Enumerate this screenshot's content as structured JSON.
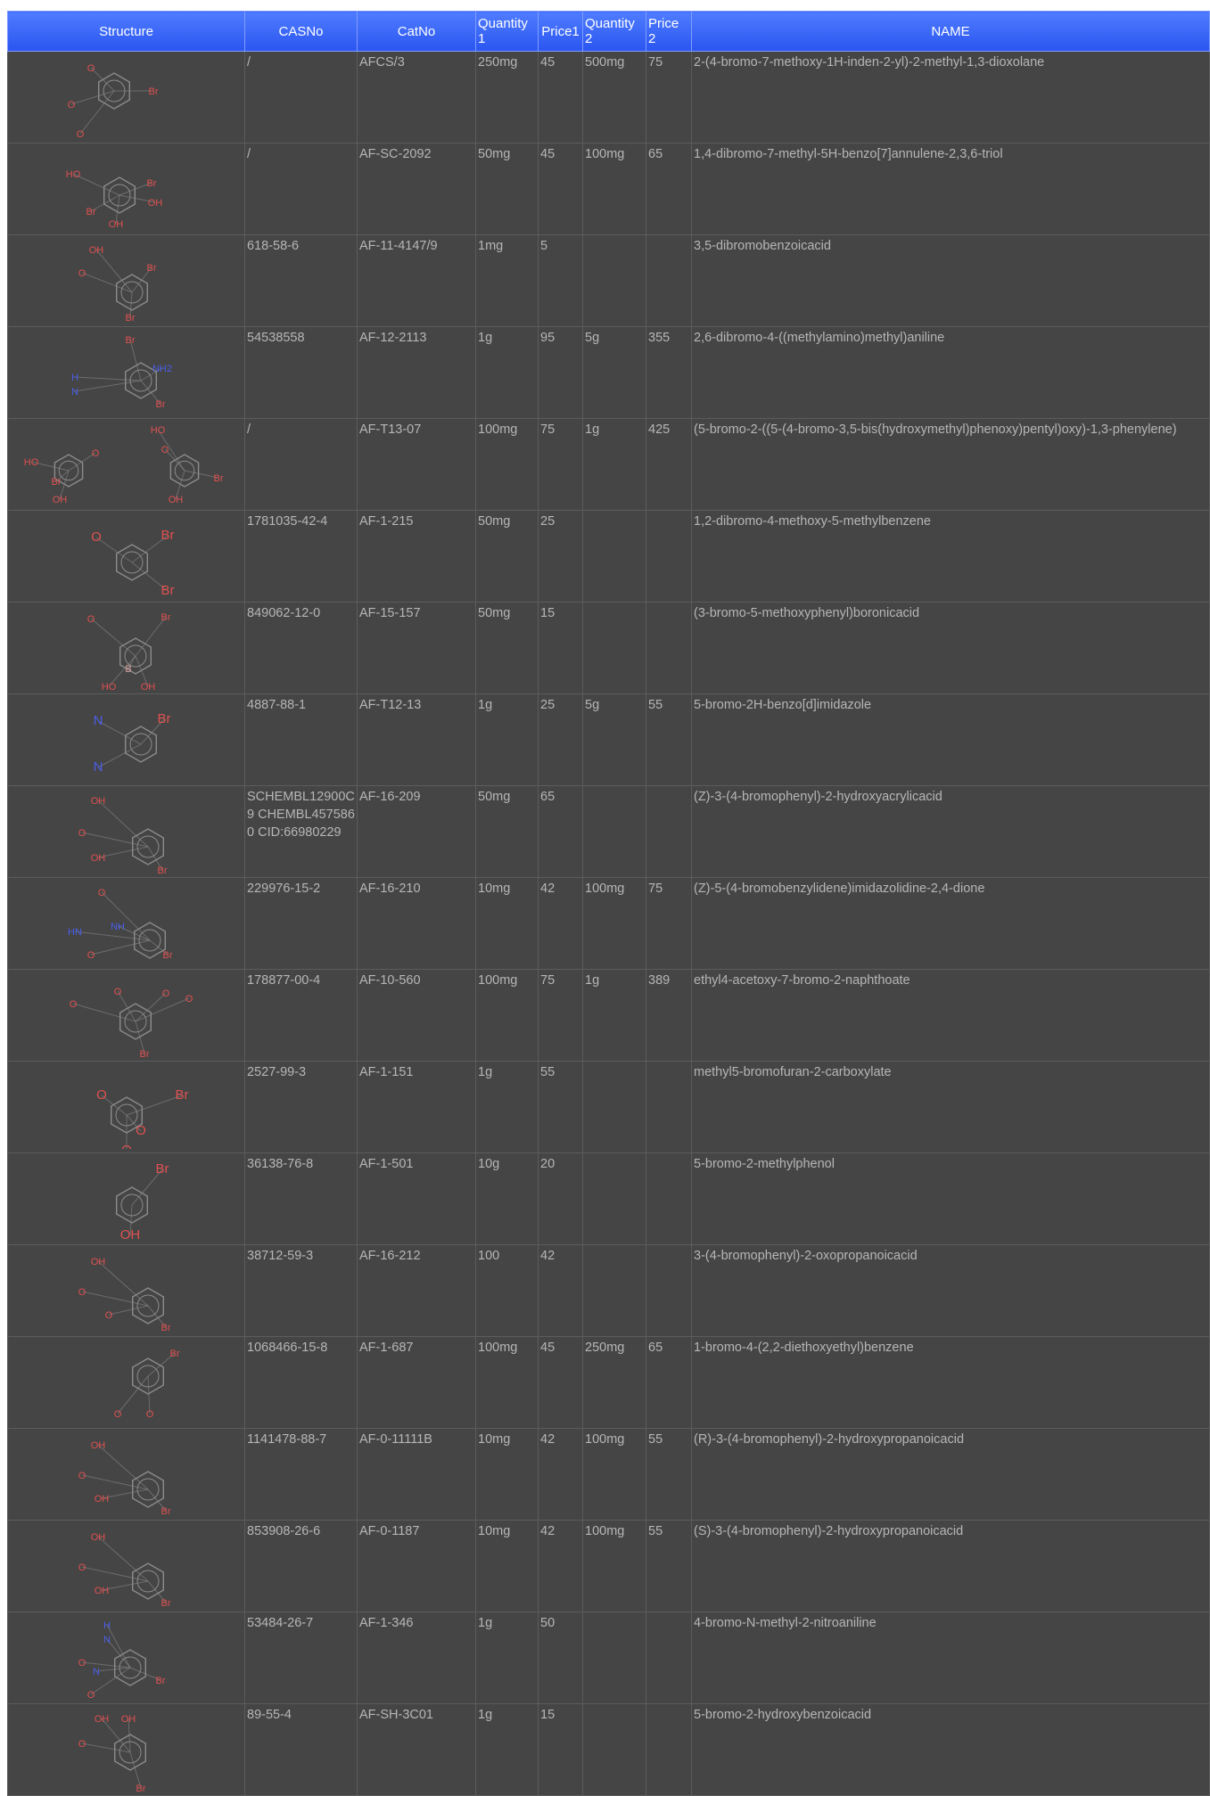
{
  "headers": [
    "Structure",
    "CASNo",
    "CatNo",
    "Quantity 1",
    "Price1",
    "Quantity 2",
    "Price 2",
    "NAME"
  ],
  "colors": {
    "header_bg": "#2a55f0",
    "row_bg": "#454545",
    "text": "#b6b6b6",
    "bond": "#8c8c8c",
    "hetero_o": "#e05050",
    "hetero_n": "#4a5ee8"
  },
  "rows": [
    {
      "labels": [
        "O",
        "O",
        "O",
        "Br"
      ],
      "cas": "/",
      "cat": "AFCS/3",
      "q1": "250mg",
      "p1": "45",
      "q2": "500mg",
      "p2": "75",
      "name": "2-(4-bromo-7-methoxy-1H-inden-2-yl)-2-methyl-1,3-dioxolane"
    },
    {
      "labels": [
        "HO",
        "Br",
        "Br",
        "OH",
        "OH"
      ],
      "cas": "/",
      "cat": "AF-SC-2092",
      "q1": "50mg",
      "p1": "45",
      "q2": "100mg",
      "p2": "65",
      "name": "1,4-dibromo-7-methyl-5H-benzo[7]annulene-2,3,6-triol"
    },
    {
      "labels": [
        "OH",
        "O",
        "Br",
        "Br"
      ],
      "cas": "618-58-6",
      "cat": "AF-11-4147/9",
      "q1": "1mg",
      "p1": "5",
      "q2": "",
      "p2": "",
      "name": "3,5-dibromobenzoicacid"
    },
    {
      "labels": [
        "Br",
        "NH2",
        "H",
        "N",
        "Br"
      ],
      "cas": "54538558",
      "cat": "AF-12-2113",
      "q1": "1g",
      "p1": "95",
      "q2": "5g",
      "p2": "355",
      "name": "2,6-dibromo-4-((methylamino)methyl)aniline"
    },
    {
      "labels": [
        "HO",
        "O",
        "O",
        "HO",
        "Br",
        "Br",
        "OH",
        "OH"
      ],
      "cas": "/",
      "cat": "AF-T13-07",
      "q1": "100mg",
      "p1": "75",
      "q2": "1g",
      "p2": "425",
      "name": "(5-bromo-2-((5-(4-bromo-3,5-bis(hydroxymethyl)phenoxy)pentyl)oxy)-1,3-phenylene)"
    },
    {
      "labels": [
        "O",
        "Br",
        "Br"
      ],
      "cas": "1781035-42-4",
      "cat": "AF-1-215",
      "q1": "50mg",
      "p1": "25",
      "q2": "",
      "p2": "",
      "name": "1,2-dibromo-4-methoxy-5-methylbenzene"
    },
    {
      "labels": [
        "O",
        "Br",
        "B",
        "HO",
        "OH"
      ],
      "cas": "849062-12-0",
      "cat": "AF-15-157",
      "q1": "50mg",
      "p1": "15",
      "q2": "",
      "p2": "",
      "name": "(3-bromo-5-methoxyphenyl)boronicacid"
    },
    {
      "labels": [
        "N",
        "N",
        "Br"
      ],
      "cas": "4887-88-1",
      "cat": "AF-T12-13",
      "q1": "1g",
      "p1": "25",
      "q2": "5g",
      "p2": "55",
      "name": "5-bromo-2H-benzo[d]imidazole"
    },
    {
      "labels": [
        "OH",
        "O",
        "OH",
        "Br"
      ],
      "cas": "SCHEMBL12900C9 CHEMBL4575860 CID:66980229",
      "cat": "AF-16-209",
      "q1": "50mg",
      "p1": "65",
      "q2": "",
      "p2": "",
      "name": "(Z)-3-(4-bromophenyl)-2-hydroxyacrylicacid"
    },
    {
      "labels": [
        "O",
        "HN",
        "NH",
        "O",
        "Br"
      ],
      "cas": "229976-15-2",
      "cat": "AF-16-210",
      "q1": "10mg",
      "p1": "42",
      "q2": "100mg",
      "p2": "75",
      "name": "(Z)-5-(4-bromobenzylidene)imidazolidine-2,4-dione"
    },
    {
      "labels": [
        "O",
        "O",
        "O",
        "O",
        "Br"
      ],
      "cas": "178877-00-4",
      "cat": "AF-10-560",
      "q1": "100mg",
      "p1": "75",
      "q2": "1g",
      "p2": "389",
      "name": "ethyl4-acetoxy-7-bromo-2-naphthoate"
    },
    {
      "labels": [
        "O",
        "O",
        "O",
        "Br"
      ],
      "cas": "2527-99-3",
      "cat": "AF-1-151",
      "q1": "1g",
      "p1": "55",
      "q2": "",
      "p2": "",
      "name": "methyl5-bromofuran-2-carboxylate"
    },
    {
      "labels": [
        "Br",
        "OH"
      ],
      "cas": "36138-76-8",
      "cat": "AF-1-501",
      "q1": "10g",
      "p1": "20",
      "q2": "",
      "p2": "",
      "name": "5-bromo-2-methylphenol"
    },
    {
      "labels": [
        "OH",
        "O",
        "O",
        "Br"
      ],
      "cas": "38712-59-3",
      "cat": "AF-16-212",
      "q1": "100",
      "p1": "42",
      "q2": "",
      "p2": "",
      "name": "3-(4-bromophenyl)-2-oxopropanoicacid"
    },
    {
      "labels": [
        "Br",
        "O",
        "O"
      ],
      "cas": "1068466-15-8",
      "cat": "AF-1-687",
      "q1": "100mg",
      "p1": "45",
      "q2": "250mg",
      "p2": "65",
      "name": "1-bromo-4-(2,2-diethoxyethyl)benzene"
    },
    {
      "labels": [
        "OH",
        "O",
        "OH",
        "Br"
      ],
      "cas": "1141478-88-7",
      "cat": "AF-0-11111B",
      "q1": "10mg",
      "p1": "42",
      "q2": "100mg",
      "p2": "55",
      "name": "(R)-3-(4-bromophenyl)-2-hydroxypropanoicacid"
    },
    {
      "labels": [
        "OH",
        "O",
        "OH",
        "Br"
      ],
      "cas": "853908-26-6",
      "cat": "AF-0-1187",
      "q1": "10mg",
      "p1": "42",
      "q2": "100mg",
      "p2": "55",
      "name": "(S)-3-(4-bromophenyl)-2-hydroxypropanoicacid"
    },
    {
      "labels": [
        "H",
        "N",
        "O",
        "N",
        "O",
        "Br"
      ],
      "cas": "53484-26-7",
      "cat": "AF-1-346",
      "q1": "1g",
      "p1": "50",
      "q2": "",
      "p2": "",
      "name": "4-bromo-N-methyl-2-nitroaniline"
    },
    {
      "labels": [
        "OH",
        "OH",
        "O",
        "Br"
      ],
      "cas": "89-55-4",
      "cat": "AF-SH-3C01",
      "q1": "1g",
      "p1": "15",
      "q2": "",
      "p2": "",
      "name": "5-bromo-2-hydroxybenzoicacid"
    }
  ]
}
